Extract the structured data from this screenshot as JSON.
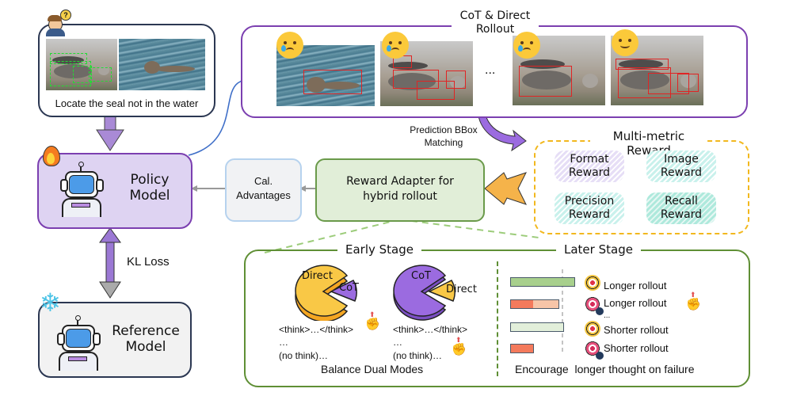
{
  "query": {
    "text": "Locate the seal not in the water",
    "user_icon": "user-question-icon"
  },
  "rollout": {
    "title_line1": "CoT & Direct",
    "title_line2": "Rollout",
    "ellipsis": "...",
    "samples": [
      {
        "emoji": "crying-face-icon",
        "scene": "water"
      },
      {
        "emoji": "crying-face-icon",
        "scene": "beach"
      },
      {
        "emoji": "crying-face-icon",
        "scene": "beach"
      },
      {
        "emoji": "smug-face-icon",
        "scene": "beach"
      }
    ]
  },
  "policy_model": {
    "line1": "Policy",
    "line2": "Model",
    "badge": "fire-icon"
  },
  "reference_model": {
    "line1": "Reference",
    "line2": "Model",
    "badge": "snowflake-icon"
  },
  "kl_loss": "KL Loss",
  "cal_advantages": {
    "line1": "Cal.",
    "line2": "Advantages"
  },
  "reward_adapter": {
    "line1": "Reward Adapter for",
    "line2": "hybrid rollout"
  },
  "matching_label": {
    "line1": "Prediction BBox",
    "line2": "Matching"
  },
  "multi_metric": {
    "title": "Multi-metric Reward",
    "rewards": [
      {
        "line1": "Format",
        "line2": "Reward"
      },
      {
        "line1": "Image",
        "line2": "Reward"
      },
      {
        "line1": "Precision",
        "line2": "Reward"
      },
      {
        "line1": "Recall",
        "line2": "Reward"
      }
    ]
  },
  "early_stage": {
    "title": "Early Stage",
    "pies": [
      {
        "major": "Direct",
        "minor": "CoT",
        "major_color": "#f9c846",
        "minor_color": "#9b6be0"
      },
      {
        "major": "CoT",
        "minor": "Direct",
        "major_color": "#9b6be0",
        "minor_color": "#f9c846"
      }
    ],
    "left_code": [
      "<think>…</think>",
      "…",
      "(no think)…"
    ],
    "right_code": [
      "<think>…</think>",
      "…",
      "(no think)…"
    ],
    "caption": "Balance Dual Modes"
  },
  "later_stage": {
    "title": "Later Stage",
    "rows": [
      {
        "label": "Longer rollout",
        "result": "hit",
        "length": 1.0
      },
      {
        "label": "Longer rollout",
        "result": "miss",
        "length": 0.8
      },
      {
        "label": "Shorter rollout",
        "result": "hit",
        "length": 0.8
      },
      {
        "label": "Shorter rollout",
        "result": "miss",
        "length": 0.35
      }
    ],
    "ellipsis": "...",
    "caption": "Encourage  longer thought on failure"
  }
}
